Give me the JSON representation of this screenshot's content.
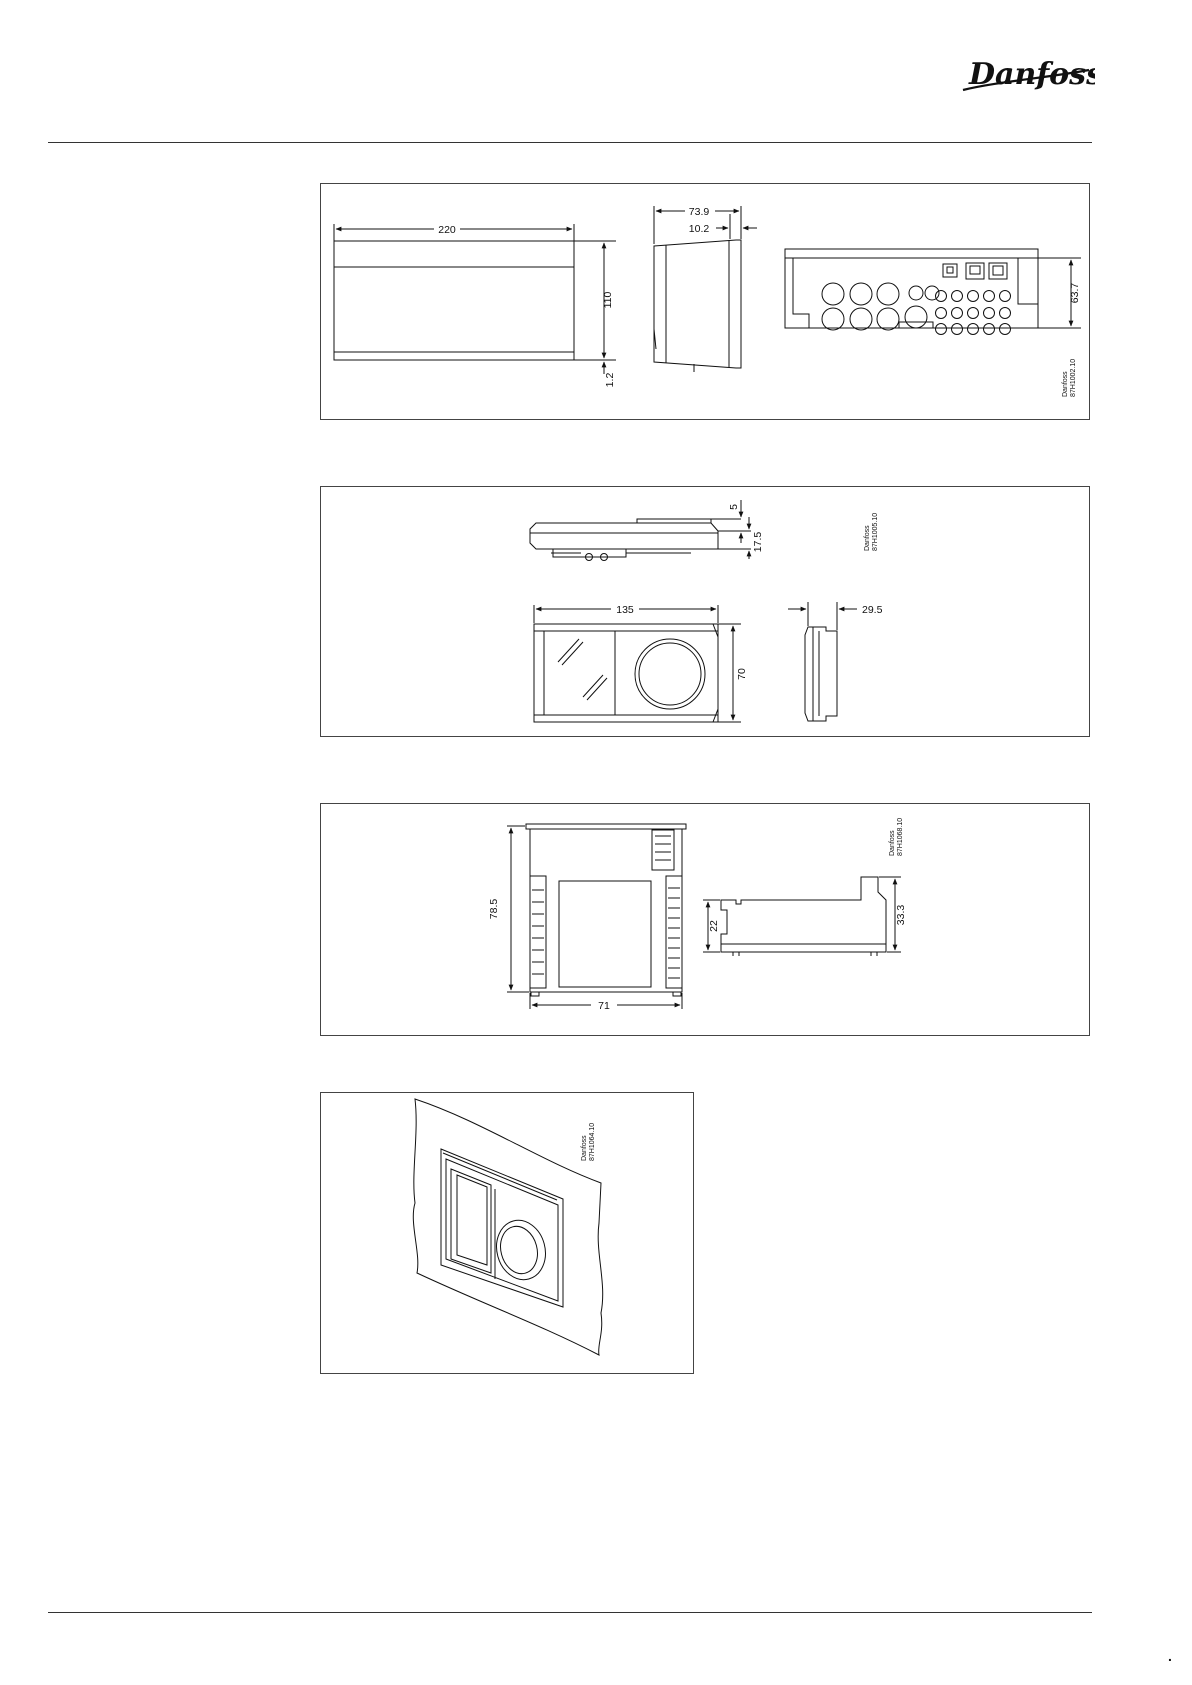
{
  "header": {
    "brand": "Danfoss"
  },
  "panels": [
    {
      "id": "controller",
      "dims": {
        "width": "220",
        "height": "110",
        "offset": "1.2",
        "depth": "73.9",
        "front": "10.2",
        "side": "63.7"
      },
      "code_brand": "Danfoss",
      "code": "87H1002.10"
    },
    {
      "id": "display",
      "dims": {
        "top_step": "5",
        "thickness": "17.5",
        "width": "135",
        "height": "70",
        "depth": "29.5"
      },
      "code_brand": "Danfoss",
      "code": "87H1005.10"
    },
    {
      "id": "module",
      "dims": {
        "height": "78.5",
        "width": "71",
        "base": "22",
        "total": "33.3"
      },
      "code_brand": "Danfoss",
      "code": "87H1068.10"
    },
    {
      "id": "mounting",
      "code_brand": "Danfoss",
      "code": "87H1064.10"
    }
  ],
  "footer": {
    "page_mark": "."
  }
}
